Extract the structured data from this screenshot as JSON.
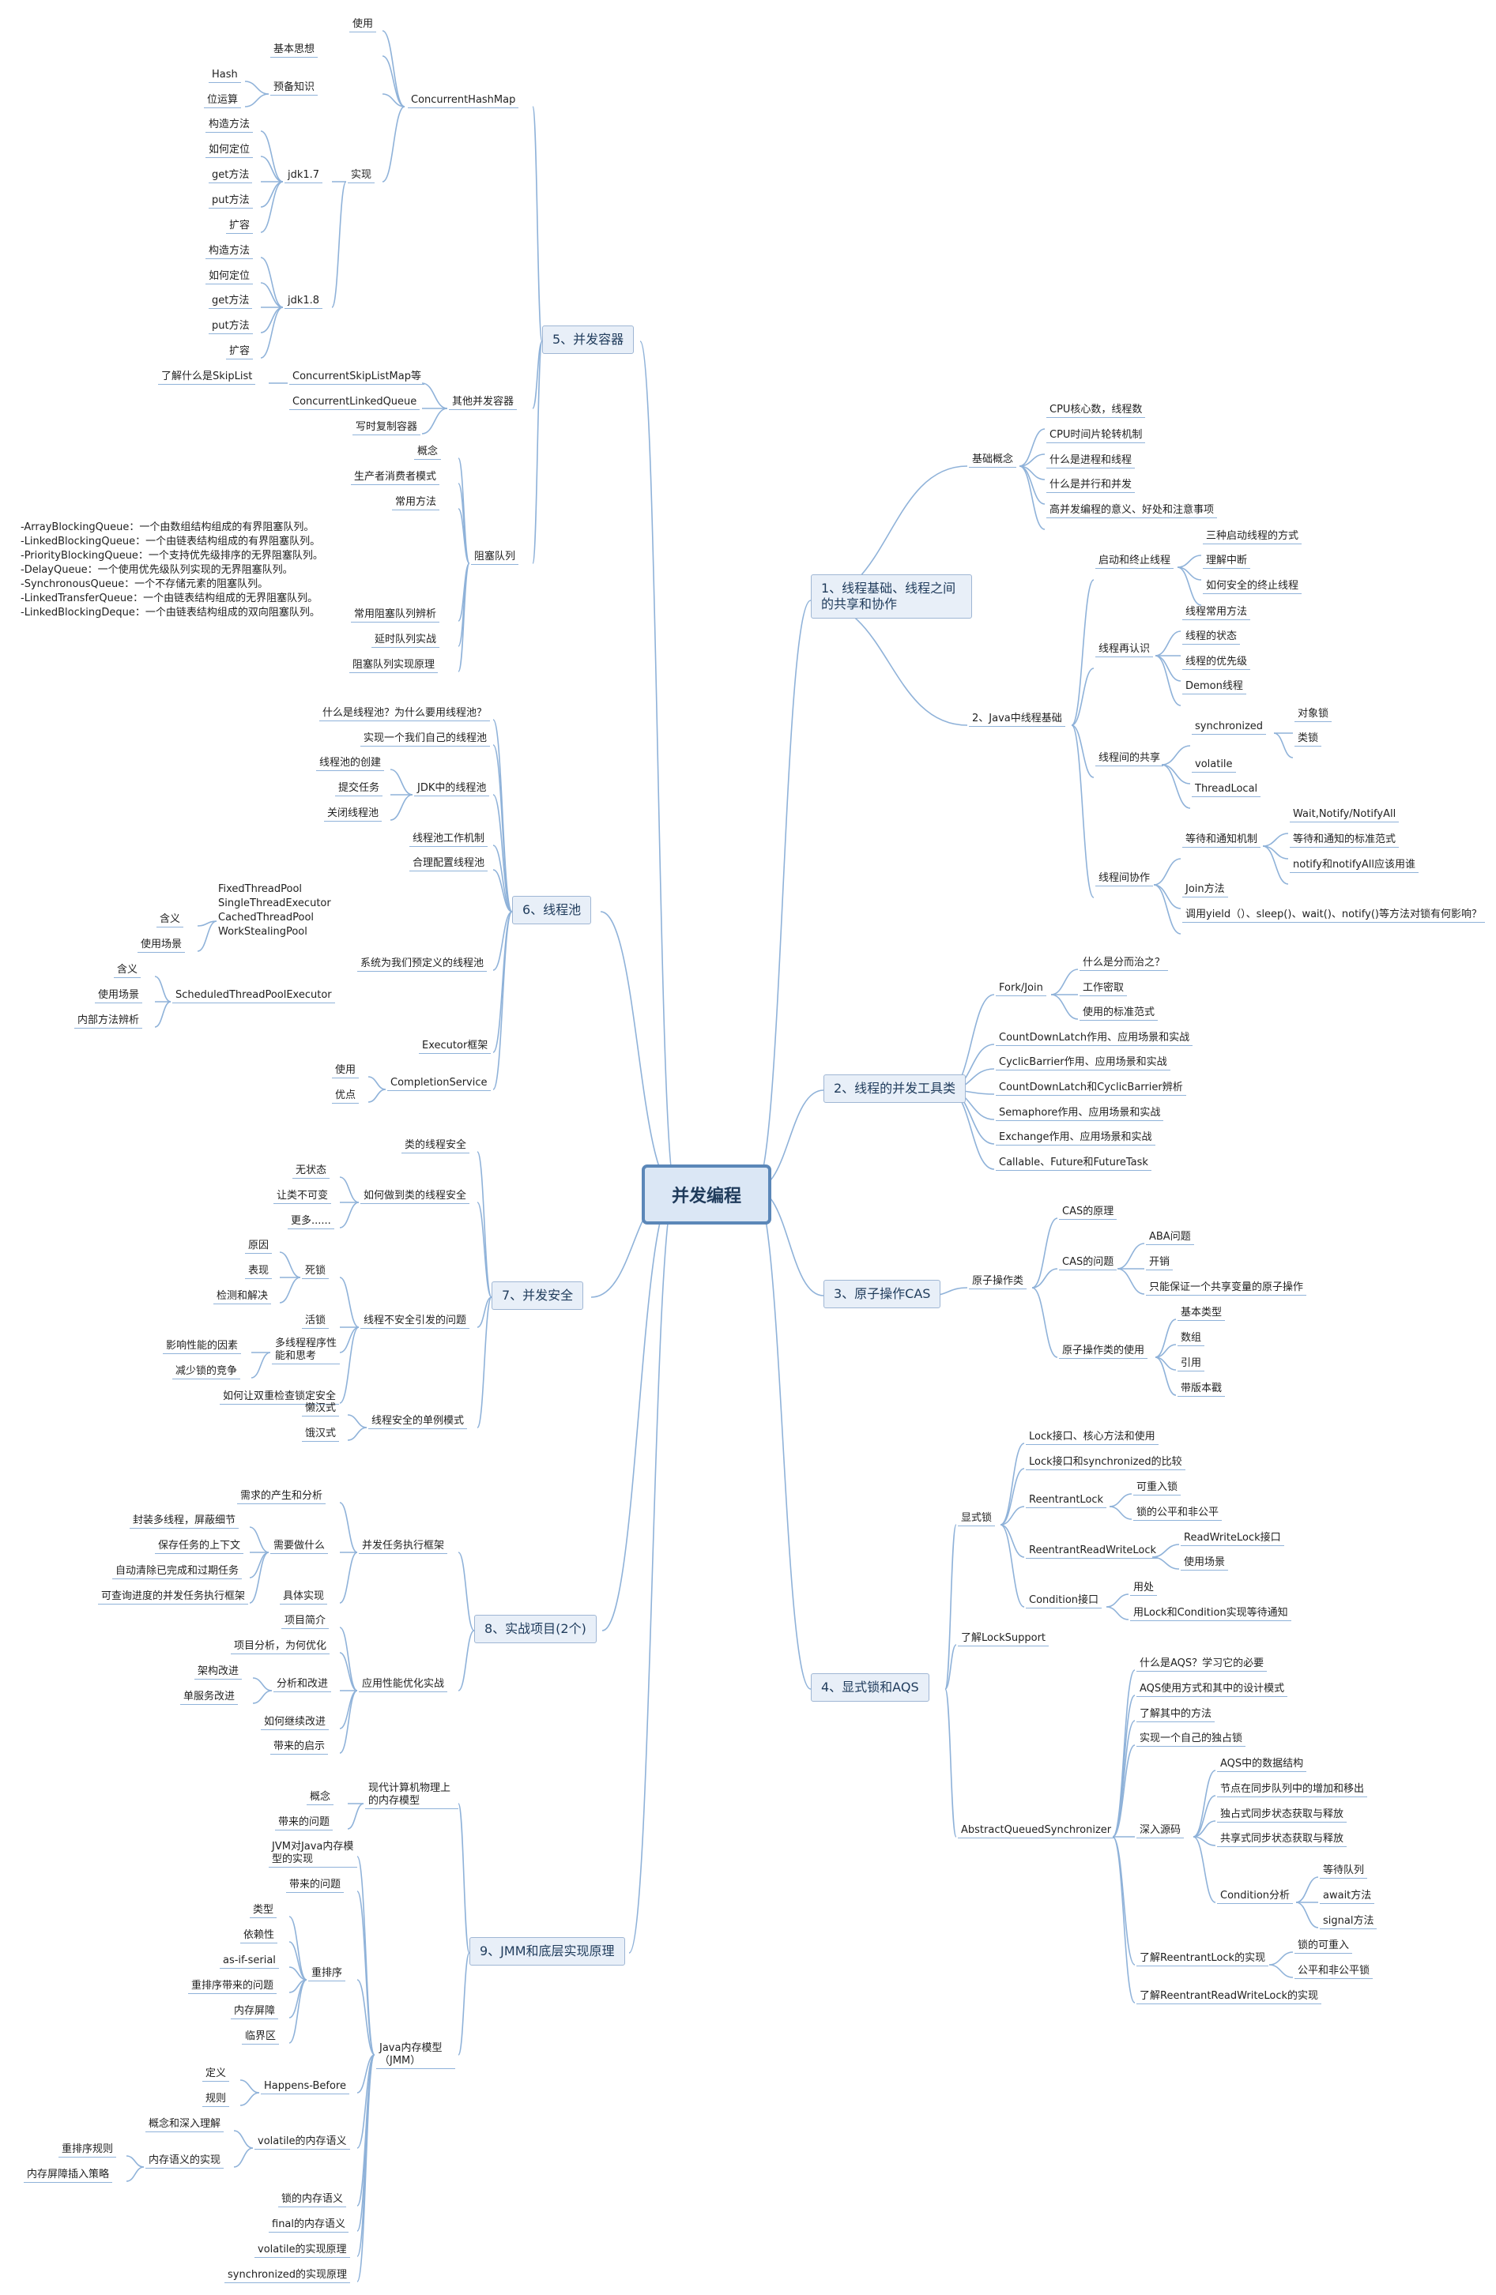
{
  "root": "并发编程",
  "branches": {
    "b1": "1、线程基础、线程之间的共享和协作",
    "b2": "2、线程的并发工具类",
    "b3": "3、原子操作CAS",
    "b4": "4、显式锁和AQS",
    "b5": "5、并发容器",
    "b6": "6、线程池",
    "b7": "7、并发安全",
    "b8": "8、实战项目(2个)",
    "b9": "9、JMM和底层实现原理"
  },
  "b1": {
    "basic": "基础概念",
    "basic_items": [
      "CPU核心数，线程数",
      "CPU时间片轮转机制",
      "什么是进程和线程",
      "什么是并行和并发",
      "高并发编程的意义、好处和注意事项"
    ],
    "java_threads": "2、Java中线程基础",
    "start_stop": "启动和终止线程",
    "start_stop_items": [
      "三种启动线程的方式",
      "理解中断",
      "如何安全的终止线程"
    ],
    "recognize": "线程再认识",
    "recognize_items": [
      "线程常用方法",
      "线程的状态",
      "线程的优先级",
      "Demon线程"
    ],
    "share": "线程间的共享",
    "synchronized": "synchronized",
    "sync_items": [
      "对象锁",
      "类锁"
    ],
    "volatile": "volatile",
    "threadlocal": "ThreadLocal",
    "cooperate": "线程间协作",
    "wait_notify": "等待和通知机制",
    "wait_items": [
      "Wait,Notify/NotifyAll",
      "等待和通知的标准范式",
      "notify和notifyAll应该用谁"
    ],
    "join": "Join方法",
    "yield": "调用yield（）、sleep()、wait()、notify()等方法对锁有何影响？"
  },
  "b2": {
    "forkjoin": "Fork/Join",
    "forkjoin_items": [
      "什么是分而治之？",
      "工作密取",
      "使用的标准范式"
    ],
    "items": [
      "CountDownLatch作用、应用场景和实战",
      "CyclicBarrier作用、应用场景和实战",
      "CountDownLatch和CyclicBarrier辨析",
      "Semaphore作用、应用场景和实战",
      "Exchange作用、应用场景和实战",
      "Callable、Future和FutureTask"
    ]
  },
  "b3": {
    "atomic": "原子操作类",
    "cas_principle": "CAS的原理",
    "cas_problem": "CAS的问题",
    "cas_problem_items": [
      "ABA问题",
      "开销",
      "只能保证一个共享变量的原子操作"
    ],
    "use": "原子操作类的使用",
    "use_items": [
      "基本类型",
      "数组",
      "引用",
      "带版本戳"
    ]
  },
  "b4": {
    "explicit": "显式锁",
    "lock_core": "Lock接口、核心方法和使用",
    "lock_vs": "Lock接口和synchronized的比较",
    "reentrant": "ReentrantLock",
    "reentrant_items": [
      "可重入锁",
      "锁的公平和非公平"
    ],
    "rwlock": "ReentrantReadWriteLock",
    "rwlock_items": [
      "ReadWriteLock接口",
      "使用场景"
    ],
    "condition": "Condition接口",
    "condition_items": [
      "用处",
      "用Lock和Condition实现等待通知"
    ],
    "locksupport": "了解LockSupport",
    "aqs": "AbstractQueuedSynchronizer",
    "aqs_top": [
      "什么是AQS？学习它的必要",
      "AQS使用方式和其中的设计模式",
      "了解其中的方法",
      "实现一个自己的独占锁"
    ],
    "deep": "深入源码",
    "deep_items": [
      "AQS中的数据结构",
      "节点在同步队列中的增加和移出",
      "独占式同步状态获取与释放",
      "共享式同步状态获取与释放"
    ],
    "cond_analysis": "Condition分析",
    "cond_items": [
      "等待队列",
      "await方法",
      "signal方法"
    ],
    "know_reentrant": "了解ReentrantLock的实现",
    "know_reentrant_items": [
      "锁的可重入",
      "公平和非公平锁"
    ],
    "know_rw": "了解ReentrantReadWriteLock的实现"
  },
  "b5": {
    "chm": "ConcurrentHashMap",
    "use": "使用",
    "idea": "基本思想",
    "prep": "预备知识",
    "prep_items": [
      "Hash",
      "位运算"
    ],
    "impl": "实现",
    "jdk17": "jdk1.7",
    "jdk18": "jdk1.8",
    "jdk_items": [
      "构造方法",
      "如何定位",
      "get方法",
      "put方法",
      "扩容"
    ],
    "others": "其他并发容器",
    "skiplist": "ConcurrentSkipListMap等",
    "skiplist_note": "了解什么是SkipList",
    "clq": "ConcurrentLinkedQueue",
    "cow": "写时复制容器",
    "bq": "阻塞队列",
    "bq_concept": "概念",
    "bq_pc": "生产者消费者模式",
    "bq_methods": "常用方法",
    "bq_common": "常用阻塞队列辨析",
    "bq_common_lines": [
      "-ArrayBlockingQueue：一个由数组结构组成的有界阻塞队列。",
      "-LinkedBlockingQueue：一个由链表结构组成的有界阻塞队列。",
      "-PriorityBlockingQueue：一个支持优先级排序的无界阻塞队列。",
      "-DelayQueue：一个使用优先级队列实现的无界阻塞队列。",
      "-SynchronousQueue：一个不存储元素的阻塞队列。",
      "-LinkedTransferQueue：一个由链表结构组成的无界阻塞队列。",
      "-LinkedBlockingDeque：一个由链表结构组成的双向阻塞队列。"
    ],
    "bq_delay": "延时队列实战",
    "bq_impl": "阻塞队列实现原理"
  },
  "b6": {
    "why": "什么是线程池？为什么要用线程池？",
    "own": "实现一个我们自己的线程池",
    "jdk": "JDK中的线程池",
    "jdk_items": [
      "线程池的创建",
      "提交任务",
      "关闭线程池"
    ],
    "mechanism": "线程池工作机制",
    "config": "合理配置线程池",
    "predefined": "系统为我们预定义的线程池",
    "pools": [
      "FixedThreadPool",
      "SingleThreadExecutor",
      "CachedThreadPool",
      "WorkStealingPool"
    ],
    "pools_items": [
      "含义",
      "使用场景"
    ],
    "scheduled": "ScheduledThreadPoolExecutor",
    "scheduled_items": [
      "含义",
      "使用场景",
      "内部方法辨析"
    ],
    "executor": "Executor框架",
    "completion": "CompletionService",
    "completion_items": [
      "使用",
      "优点"
    ]
  },
  "b7": {
    "class_safe": "类的线程安全",
    "how": "如何做到类的线程安全",
    "how_items": [
      "无状态",
      "让类不可变",
      "更多......"
    ],
    "problems": "线程不安全引发的问题",
    "deadlock": "死锁",
    "deadlock_items": [
      "原因",
      "表现",
      "检测和解决"
    ],
    "livelock": "活锁",
    "perf": "多线程程序性能和思考",
    "perf_items": [
      "影响性能的因素",
      "减少锁的竞争"
    ],
    "dcl": "如何让双重检查锁定安全",
    "singleton": "线程安全的单例模式",
    "singleton_items": [
      "懒汉式",
      "饿汉式"
    ]
  },
  "b8": {
    "framework": "并发任务执行框架",
    "req": "需求的产生和分析",
    "need": "需要做什么",
    "need_items": [
      "封装多线程，屏蔽细节",
      "保存任务的上下文",
      "自动清除已完成和过期任务",
      "可查询进度的并发任务执行框架"
    ],
    "impl": "具体实现",
    "optimize": "应用性能优化实战",
    "intro": "项目简介",
    "analysis": "项目分析，为何优化",
    "improve": "分析和改进",
    "improve_items": [
      "架构改进",
      "单服务改进"
    ],
    "continue": "如何继续改进",
    "insight": "带来的启示"
  },
  "b9": {
    "modern": "现代计算机物理上的内存模型",
    "modern_items": [
      "概念",
      "带来的问题"
    ],
    "jmm": "Java内存模型（JMM）",
    "jvm": "JVM对Java内存模型的实现",
    "problems": "带来的问题",
    "reorder": "重排序",
    "reorder_items": [
      "类型",
      "依赖性",
      "as-if-serial",
      "重排序带来的问题",
      "内存屏障",
      "临界区"
    ],
    "hb": "Happens-Before",
    "hb_items": [
      "定义",
      "规则"
    ],
    "vol_sem": "volatile的内存语义",
    "concept": "概念和深入理解",
    "mem_impl": "内存语义的实现",
    "mem_impl_items": [
      "重排序规则",
      "内存屏障插入策略"
    ],
    "lock_sem": "锁的内存语义",
    "final_sem": "final的内存语义",
    "vol_impl": "volatile的实现原理",
    "sync_impl": "synchronized的实现原理"
  }
}
